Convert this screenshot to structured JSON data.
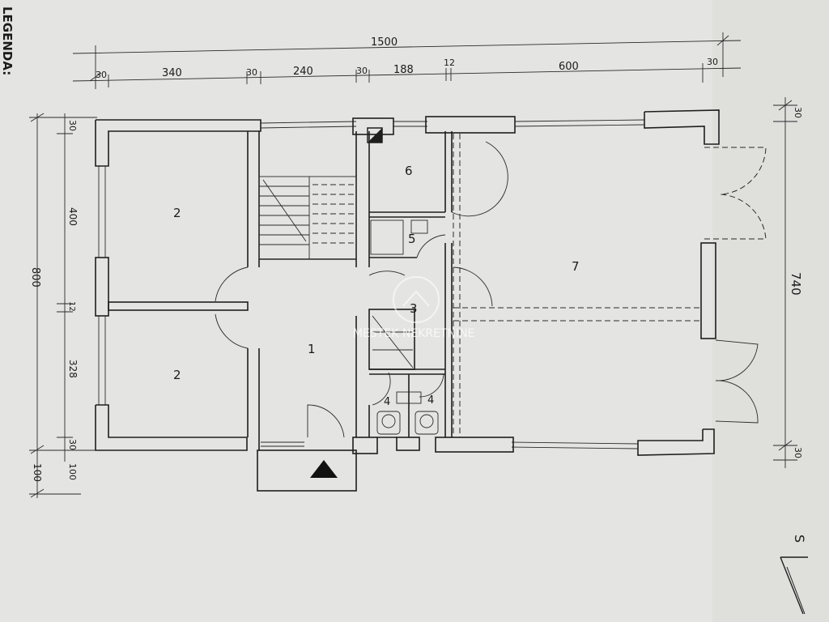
{
  "legend": "LEGENDA:",
  "dimensions": {
    "top_total": "1500",
    "top_segments": [
      "30",
      "340",
      "30",
      "240",
      "30",
      "188",
      "12",
      "600",
      "30"
    ],
    "left_total": "800",
    "left_segments": [
      "30",
      "400",
      "12",
      "328",
      "30"
    ],
    "left_bottom": [
      "100",
      "100"
    ],
    "right_total": "740",
    "right_segments": [
      "30",
      "30"
    ]
  },
  "rooms": [
    "1",
    "2",
    "2",
    "3",
    "4",
    "4",
    "5",
    "6",
    "7"
  ],
  "watermark": "MESTEK NEKRETNINE",
  "north_label": "S",
  "colors": {
    "paper": "#e4e4e2",
    "ink": "#1e1e1e"
  }
}
